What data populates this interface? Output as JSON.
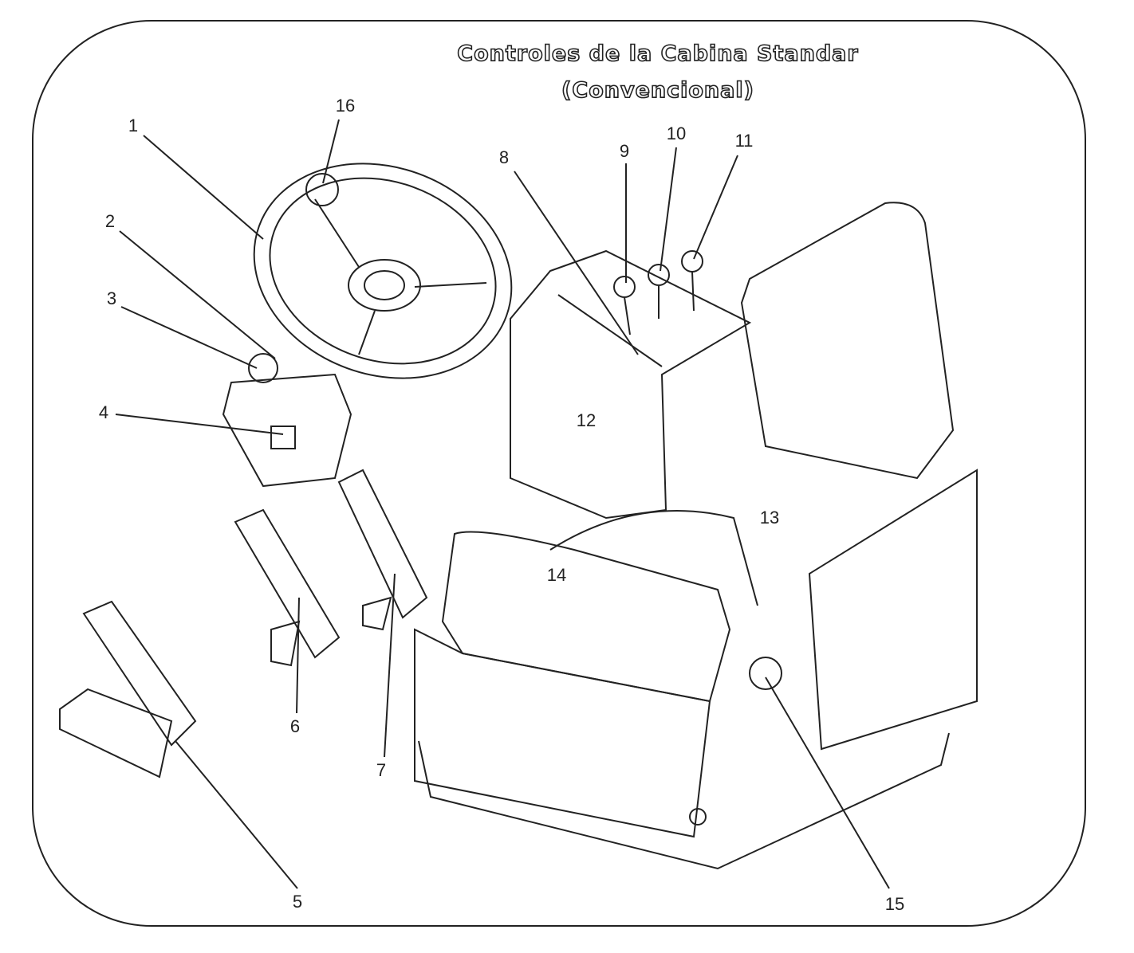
{
  "title_line1": "Controles de la Cabina Standar",
  "title_line2": "(Convencional)",
  "callouts": [
    "1",
    "2",
    "3",
    "4",
    "5",
    "6",
    "7",
    "8",
    "9",
    "10",
    "11",
    "12",
    "13",
    "14",
    "15",
    "16"
  ]
}
